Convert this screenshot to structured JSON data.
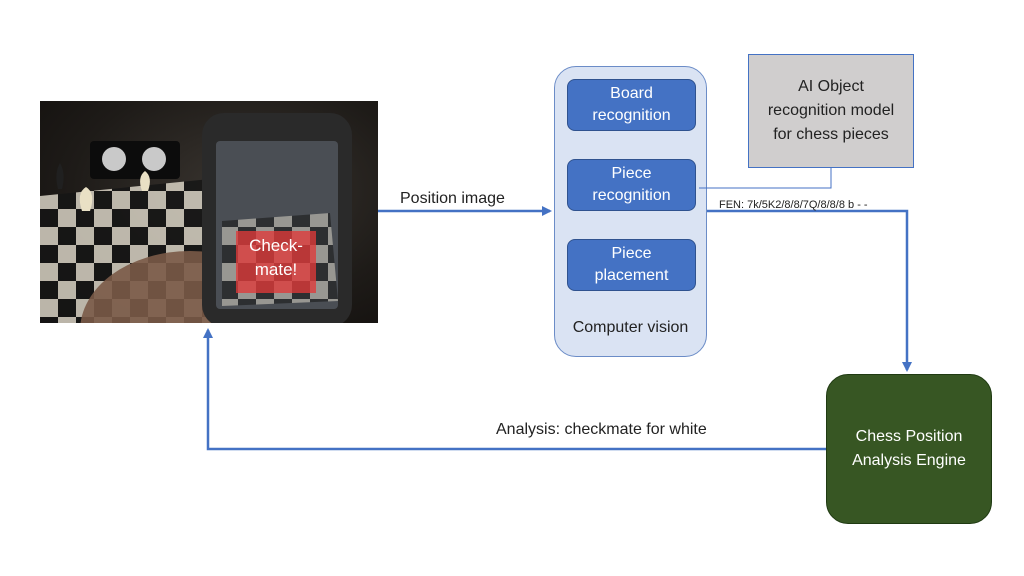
{
  "photo": {
    "overlay_text": "Check-\nmate!"
  },
  "computer_vision": {
    "label": "Computer vision",
    "steps": [
      {
        "label": "Board\nrecognition"
      },
      {
        "label": "Piece\nrecognition"
      },
      {
        "label": "Piece\nplacement"
      }
    ]
  },
  "ai_model": {
    "label": "AI Object\nrecognition model\nfor chess pieces"
  },
  "engine": {
    "label": "Chess Position\nAnalysis Engine"
  },
  "edges": {
    "position_image": "Position image",
    "fen": "FEN: 7k/5K2/8/8/7Q/8/8/8  b - -",
    "analysis": "Analysis: checkmate for white"
  },
  "colors": {
    "arrow": "#4472c4",
    "step_fill": "#4472c4",
    "cv_fill": "#dae3f3",
    "engine_fill": "#375623",
    "ai_fill": "#d0cece",
    "checkmate_overlay": "#e03a3a"
  }
}
